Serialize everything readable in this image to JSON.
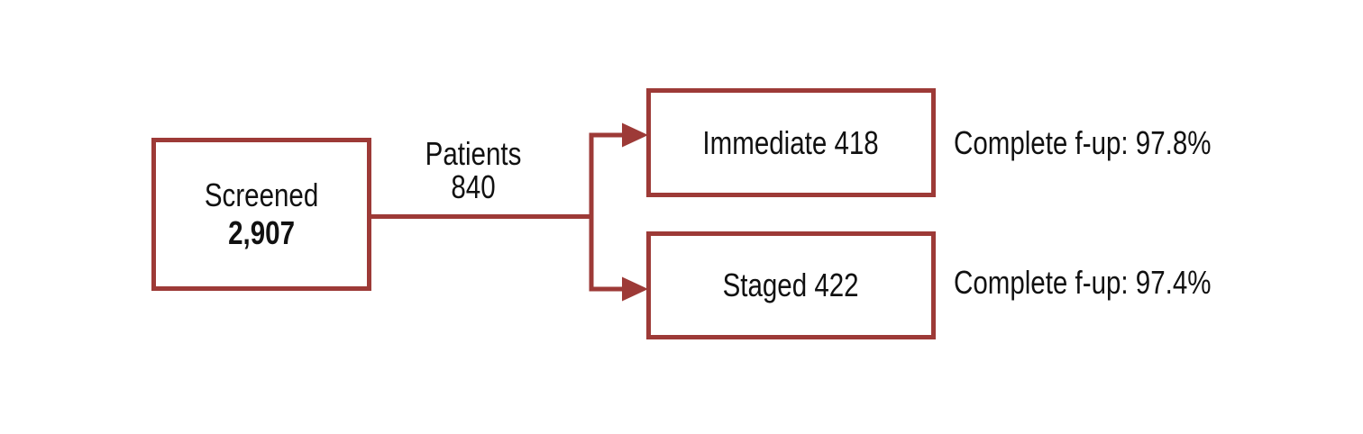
{
  "colors": {
    "accent": "#9d3a37",
    "text": "#111111",
    "background": "#ffffff"
  },
  "flow": {
    "source": {
      "label": "Screened",
      "value": "2,907"
    },
    "edge_label": {
      "line1": "Patients",
      "line2": "840"
    },
    "branches": [
      {
        "label": "Immediate 418",
        "note": "Complete f-up: 97.8%"
      },
      {
        "label": "Staged 422",
        "note": "Complete f-up: 97.4%"
      }
    ]
  }
}
